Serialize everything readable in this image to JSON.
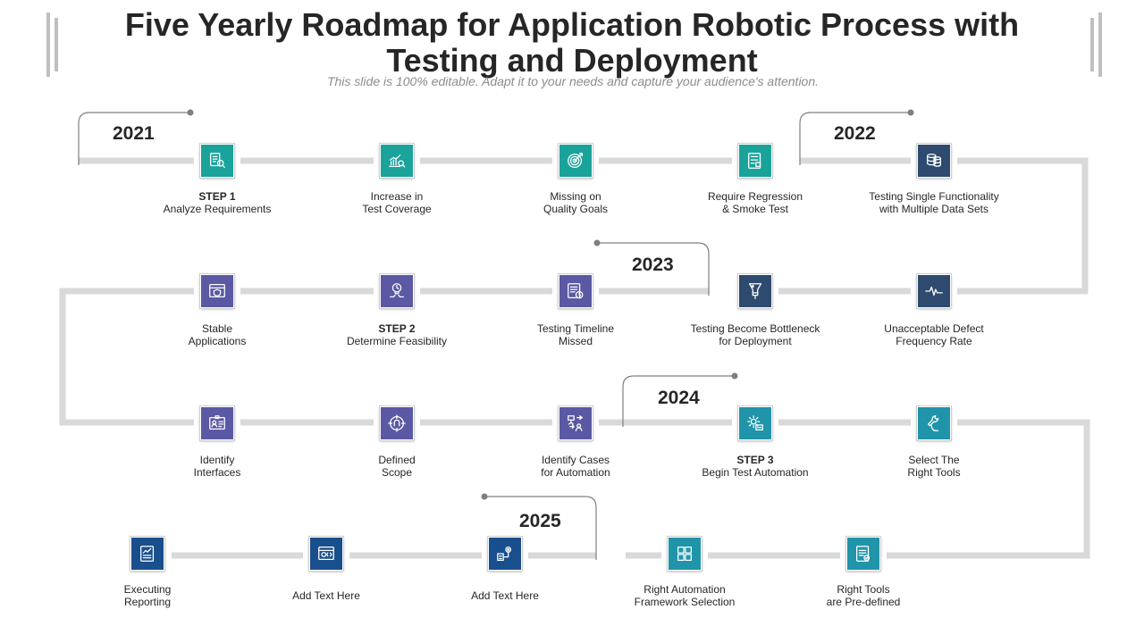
{
  "title": "Five Yearly Roadmap for Application Robotic Process with Testing and Deployment",
  "subtitle": "This slide is 100% editable. Adapt it to your needs and capture your audience's attention.",
  "colors": {
    "teal": "#1aa39a",
    "navy": "#2e4a6e",
    "purple": "#5b59a3",
    "cyan": "#2094a8",
    "blue": "#194f8c",
    "track": "#d9d9d9",
    "bracket": "#7f7f7f"
  },
  "years": [
    "2021",
    "2022",
    "2023",
    "2024",
    "2025"
  ],
  "rows": [
    {
      "steps": [
        {
          "step": "STEP 1",
          "lines": [
            "Analyze  Requirements"
          ],
          "icon": "report-icon",
          "color": "teal"
        },
        {
          "lines": [
            "Increase in",
            "Test Coverage"
          ],
          "icon": "bar-chart-search-icon",
          "color": "teal"
        },
        {
          "lines": [
            "Missing on",
            "Quality Goals"
          ],
          "icon": "target-icon",
          "color": "teal"
        },
        {
          "lines": [
            "Require Regression",
            "& Smoke Test"
          ],
          "icon": "test-panel-icon",
          "color": "teal"
        },
        {
          "lines": [
            "Testing Single Functionality",
            "with Multiple Data Sets"
          ],
          "icon": "database-icon",
          "color": "navy"
        }
      ]
    },
    {
      "steps": [
        {
          "lines": [
            "Stable",
            "Applications"
          ],
          "icon": "secure-window-icon",
          "color": "purple"
        },
        {
          "step": "STEP 2",
          "lines": [
            "Determine Feasibility"
          ],
          "icon": "idea-gear-icon",
          "color": "purple"
        },
        {
          "lines": [
            "Testing Timeline",
            "Missed"
          ],
          "icon": "timeline-clock-icon",
          "color": "purple"
        },
        {
          "lines": [
            "Testing Become Bottleneck",
            "for Deployment"
          ],
          "icon": "bottleneck-icon",
          "color": "navy"
        },
        {
          "lines": [
            "Unacceptable Defect",
            "Frequency Rate"
          ],
          "icon": "pulse-icon",
          "color": "navy"
        }
      ]
    },
    {
      "steps": [
        {
          "lines": [
            "Identify",
            "Interfaces"
          ],
          "icon": "id-card-icon",
          "color": "purple"
        },
        {
          "lines": [
            "Defined",
            "Scope"
          ],
          "icon": "scope-icon",
          "color": "purple"
        },
        {
          "lines": [
            "Identify Cases",
            "for Automation"
          ],
          "icon": "workflow-icon",
          "color": "purple"
        },
        {
          "step": "STEP 3",
          "lines": [
            "Begin Test Automation"
          ],
          "icon": "automation-gear-icon",
          "color": "cyan"
        },
        {
          "lines": [
            "Select The",
            "Right Tools"
          ],
          "icon": "wrench-hand-icon",
          "color": "cyan"
        }
      ]
    },
    {
      "steps": [
        {
          "lines": [
            "Executing",
            "Reporting"
          ],
          "icon": "reporting-icon",
          "color": "blue"
        },
        {
          "lines": [
            "Add Text Here"
          ],
          "icon": "code-window-icon",
          "color": "blue"
        },
        {
          "lines": [
            "Add Text Here"
          ],
          "icon": "settings-flow-icon",
          "color": "blue"
        },
        {
          "lines": [
            "Right Automation",
            "Framework Selection"
          ],
          "icon": "framework-grid-icon",
          "color": "cyan"
        },
        {
          "lines": [
            "Right Tools",
            "are Pre-defined"
          ],
          "icon": "checklist-icon",
          "color": "cyan"
        }
      ]
    }
  ]
}
